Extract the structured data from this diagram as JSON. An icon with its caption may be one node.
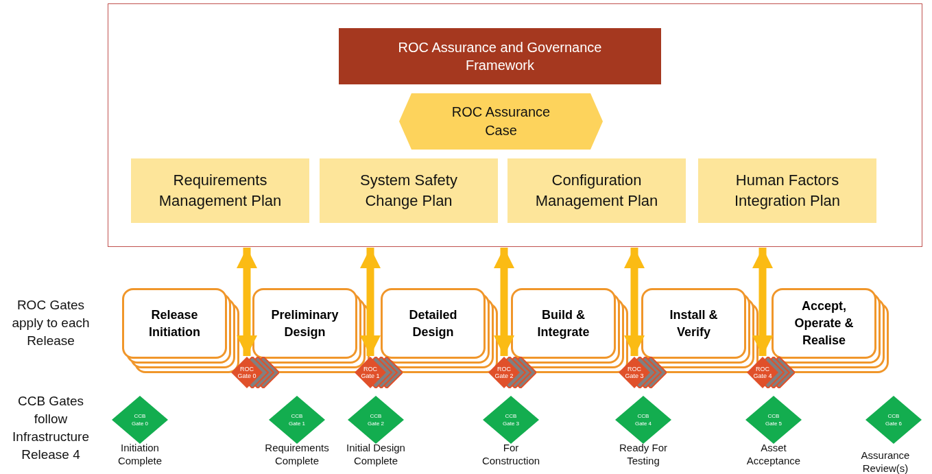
{
  "diagram": {
    "nodes": [
      {
        "text": [],
        "shape": "box"
      },
      {
        "text": [
          "ROC Assurance and Governance Framework"
        ],
        "in": 0
      },
      {
        "text": [
          "ROC Assurance Case"
        ],
        "in": 0
      },
      {
        "text": [
          "Requirements Management Plan"
        ],
        "in": 0
      },
      {
        "text": [
          "System Safety Change Plan"
        ],
        "in": 0
      },
      {
        "text": [
          "Configuration Management Plan"
        ],
        "in": 0
      },
      {
        "text": [
          "Human Factors Integration Plan"
        ],
        "in": 0
      },
      {
        "text": [
          "Release Initiation"
        ]
      },
      {
        "text": [
          "Preliminary Design"
        ]
      },
      {
        "text": [
          "Detailed Design"
        ]
      },
      {
        "text": [
          "Build & Integrate"
        ]
      },
      {
        "text": [
          "Install & Verify"
        ]
      },
      {
        "text": [
          "Accept, Operate & Realise"
        ]
      },
      {
        "text": [
          "ROC Gate 0"
        ]
      },
      {
        "text": [
          "ROC Gate 1"
        ]
      },
      {
        "text": [
          "ROC Gate 2"
        ]
      },
      {
        "text": [
          "ROC Gate 3"
        ]
      },
      {
        "text": [
          "ROC Gate 4"
        ]
      },
      {
        "text": [
          "CCB Gate 0"
        ],
        "beside": [
          "Initiation Complete"
        ]
      },
      {
        "text": [
          "CCB Gate 1"
        ],
        "beside": [
          "Requirements Complete"
        ]
      },
      {
        "text": [
          "CCB Gate 2"
        ],
        "beside": [
          "Initial Design Complete"
        ]
      },
      {
        "text": [
          "CCB Gate 3"
        ],
        "beside": [
          "For Construction"
        ]
      },
      {
        "text": [
          "CCB Gate 4"
        ],
        "beside": [
          "Ready For Testing"
        ]
      },
      {
        "text": [
          "CCB Gate 5"
        ],
        "beside": [
          "Asset Acceptance"
        ]
      },
      {
        "text": [
          "CCB Gate 6"
        ],
        "beside": [
          "Assurance Review(s)"
        ]
      }
    ],
    "edges": [
      {
        "from": 0,
        "to": 13,
        "arrow": "both"
      },
      {
        "from": 0,
        "to": 14,
        "arrow": "both"
      },
      {
        "from": 0,
        "to": 15,
        "arrow": "both"
      },
      {
        "from": 0,
        "to": 16,
        "arrow": "both"
      },
      {
        "from": 0,
        "to": 17,
        "arrow": "both"
      }
    ],
    "labels": [
      "ROC Gates apply to each Release",
      "CCB Gates follow Infrastructure Release 4"
    ]
  }
}
